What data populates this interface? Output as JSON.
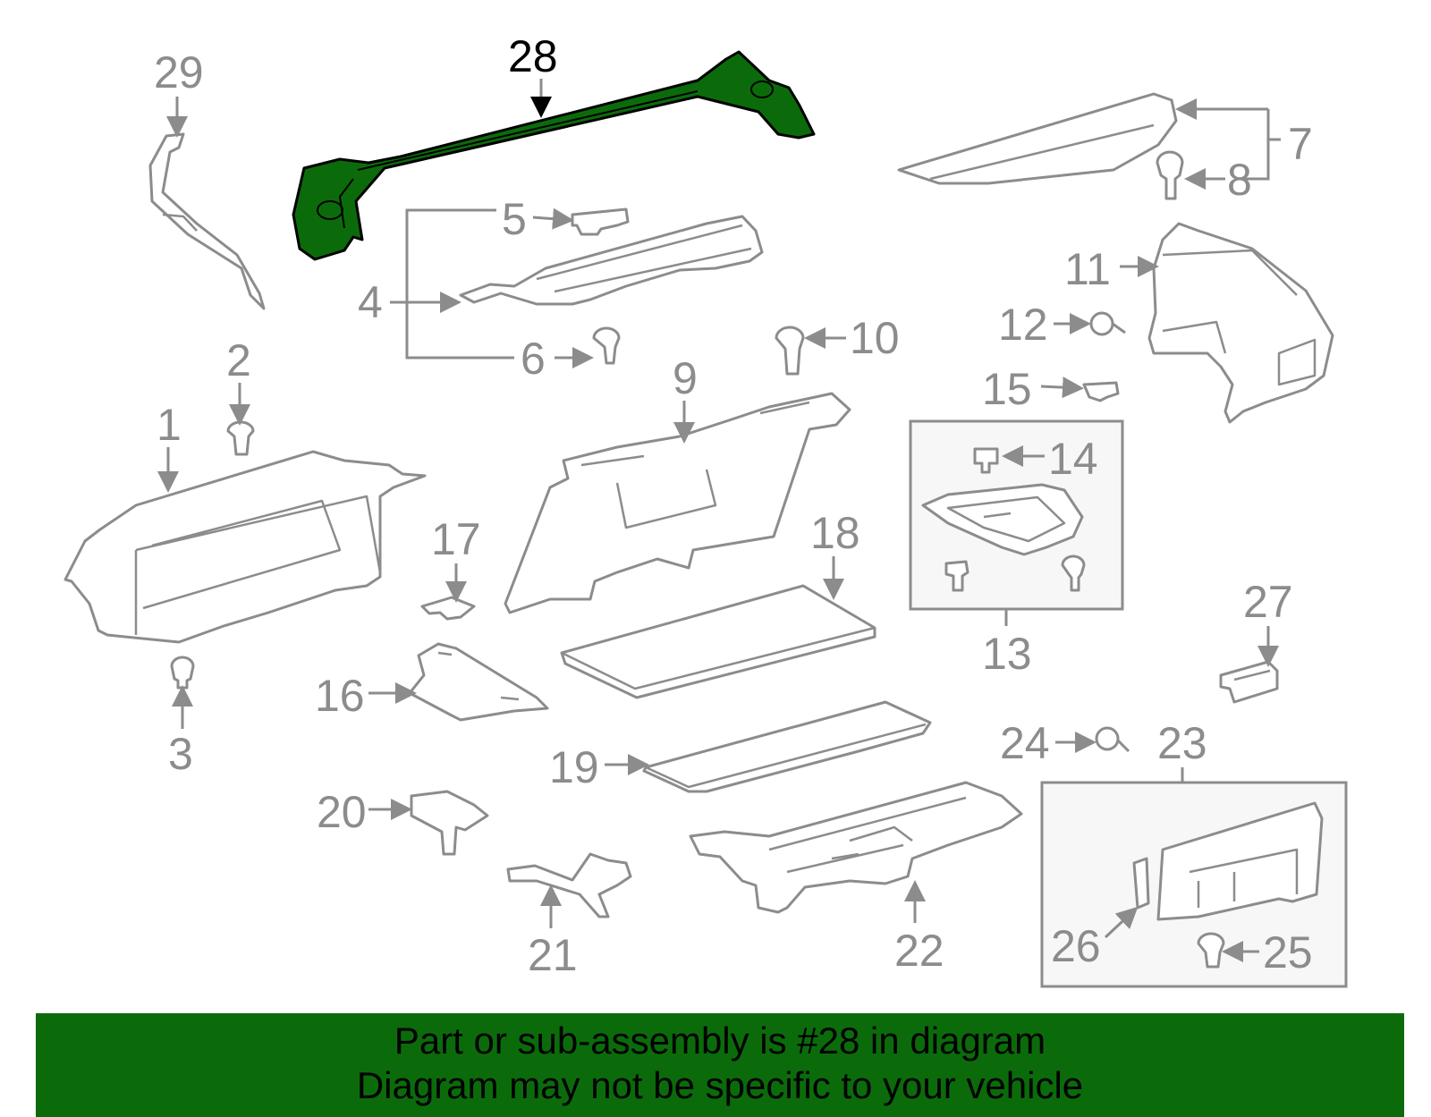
{
  "diagram": {
    "highlight_color": "#0b6b0b",
    "line_color": "#8c8c8c",
    "highlighted_part": "28",
    "callouts": {
      "c1": "1",
      "c2": "2",
      "c3": "3",
      "c4": "4",
      "c5": "5",
      "c6": "6",
      "c7": "7",
      "c8": "8",
      "c9": "9",
      "c10": "10",
      "c11": "11",
      "c12": "12",
      "c13": "13",
      "c14": "14",
      "c15": "15",
      "c16": "16",
      "c17": "17",
      "c18": "18",
      "c19": "19",
      "c20": "20",
      "c21": "21",
      "c22": "22",
      "c23": "23",
      "c24": "24",
      "c25": "25",
      "c26": "26",
      "c27": "27",
      "c28": "28",
      "c29": "29"
    }
  },
  "banner": {
    "line1": "Part or sub-assembly is #28 in diagram",
    "line2": "Diagram may not be specific to your vehicle"
  }
}
